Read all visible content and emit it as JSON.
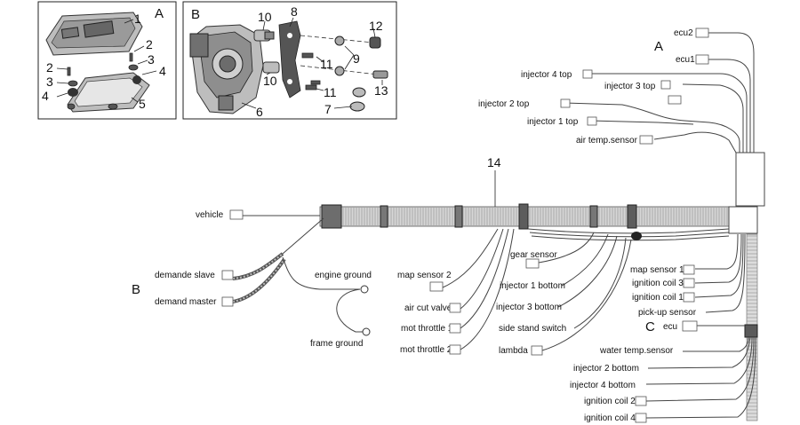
{
  "panel_a": {
    "letter": "A",
    "callouts": [
      "1",
      "2",
      "3",
      "4",
      "2",
      "3",
      "4",
      "5"
    ]
  },
  "panel_b": {
    "letter": "B",
    "callouts": [
      "10",
      "8",
      "12",
      "9",
      "11",
      "10",
      "13",
      "11",
      "6",
      "7"
    ]
  },
  "diagram": {
    "harness_number": "14",
    "letter_a": "A",
    "letter_b": "B",
    "letter_c": "C",
    "labels_top_right": [
      "ecu2",
      "ecu1",
      "injector 4 top",
      "injector 3 top",
      "injector 2 top",
      "injector 1 top",
      "air temp.sensor"
    ],
    "label_vehicle": "vehicle",
    "labels_left": [
      "demande slave",
      "demand master"
    ],
    "labels_ground": [
      "engine ground",
      "frame ground"
    ],
    "labels_mid_left": [
      "map sensor 2",
      "air cut valve",
      "mot throttle 1",
      "mot throttle 2"
    ],
    "labels_mid": [
      "gear sensor",
      "injector 1 bottom",
      "injector 3 bottom",
      "side stand switch",
      "lambda"
    ],
    "labels_right_mid": [
      "map sensor 1",
      "ignition coil 3",
      "ignition coil 1",
      "pick-up sensor",
      "ecu"
    ],
    "labels_bottom_right": [
      "water temp.sensor",
      "injector 2 bottom",
      "injector 4 bottom",
      "ignition coil 2",
      "ignition coil 4"
    ]
  }
}
